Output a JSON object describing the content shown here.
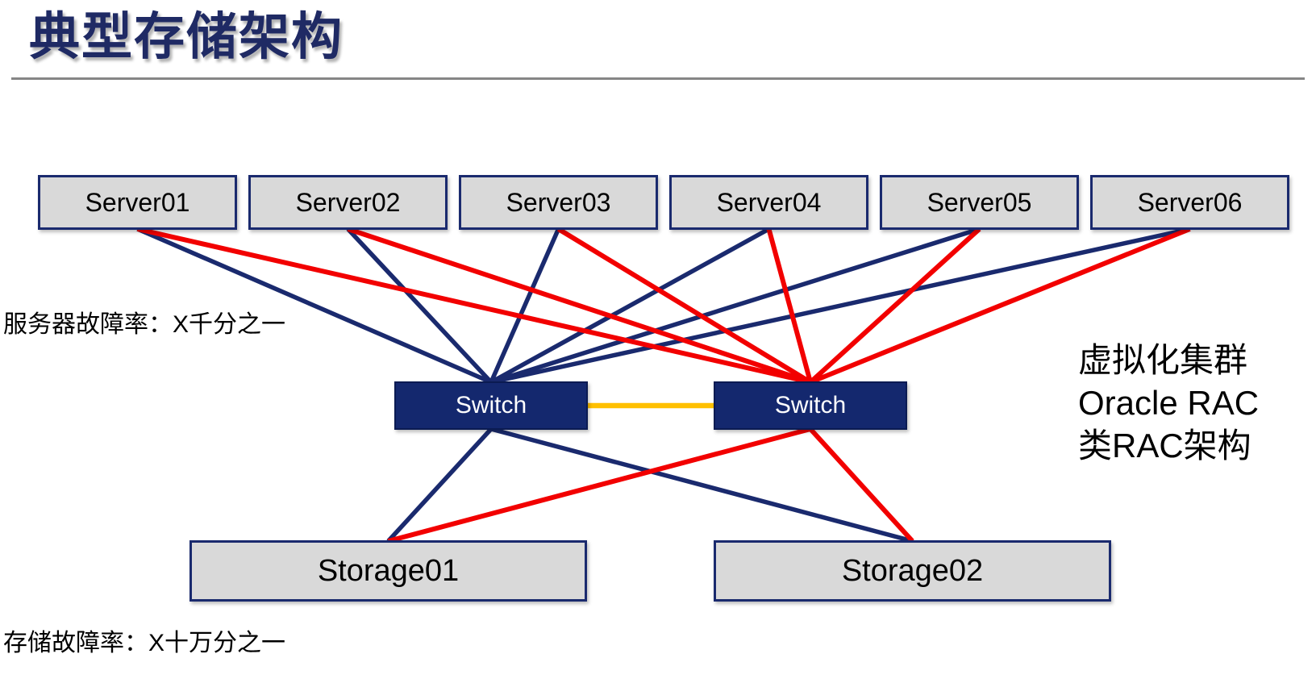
{
  "slide": {
    "title": "典型存储架构"
  },
  "annotations": {
    "server_failure_rate": "服务器故障率：X千分之一",
    "storage_failure_rate": "存储故障率：X十万分之一",
    "cluster_note_line1": "虚拟化集群",
    "cluster_note_line2": "Oracle RAC",
    "cluster_note_line3": "类RAC架构"
  },
  "nodes": {
    "servers": [
      {
        "id": "server01",
        "label": "Server01"
      },
      {
        "id": "server02",
        "label": "Server02"
      },
      {
        "id": "server03",
        "label": "Server03"
      },
      {
        "id": "server04",
        "label": "Server04"
      },
      {
        "id": "server05",
        "label": "Server05"
      },
      {
        "id": "server06",
        "label": "Server06"
      }
    ],
    "switches": [
      {
        "id": "switch1",
        "label": "Switch"
      },
      {
        "id": "switch2",
        "label": "Switch"
      }
    ],
    "storages": [
      {
        "id": "storage01",
        "label": "Storage01"
      },
      {
        "id": "storage02",
        "label": "Storage02"
      }
    ]
  },
  "edges": [
    {
      "from": "server01",
      "to": "switch1",
      "color": "navy"
    },
    {
      "from": "server02",
      "to": "switch1",
      "color": "navy"
    },
    {
      "from": "server03",
      "to": "switch1",
      "color": "navy"
    },
    {
      "from": "server04",
      "to": "switch1",
      "color": "navy"
    },
    {
      "from": "server05",
      "to": "switch1",
      "color": "navy"
    },
    {
      "from": "server06",
      "to": "switch1",
      "color": "navy"
    },
    {
      "from": "switch1",
      "to": "storage01",
      "color": "navy"
    },
    {
      "from": "switch1",
      "to": "storage02",
      "color": "navy"
    },
    {
      "from": "server01",
      "to": "switch2",
      "color": "red"
    },
    {
      "from": "server02",
      "to": "switch2",
      "color": "red"
    },
    {
      "from": "server03",
      "to": "switch2",
      "color": "red"
    },
    {
      "from": "server04",
      "to": "switch2",
      "color": "red"
    },
    {
      "from": "server05",
      "to": "switch2",
      "color": "red"
    },
    {
      "from": "server06",
      "to": "switch2",
      "color": "red"
    },
    {
      "from": "switch2",
      "to": "storage01",
      "color": "red"
    },
    {
      "from": "switch2",
      "to": "storage02",
      "color": "red"
    },
    {
      "from": "switch1",
      "to": "switch2",
      "color": "gold"
    }
  ],
  "colors": {
    "navy": "#1A2A6E",
    "red": "#F20000",
    "gold": "#FFC000",
    "box_fill": "#D9D9D9",
    "switch_fill": "#14286E",
    "title": "#1F2A64",
    "divider": "#868686"
  }
}
